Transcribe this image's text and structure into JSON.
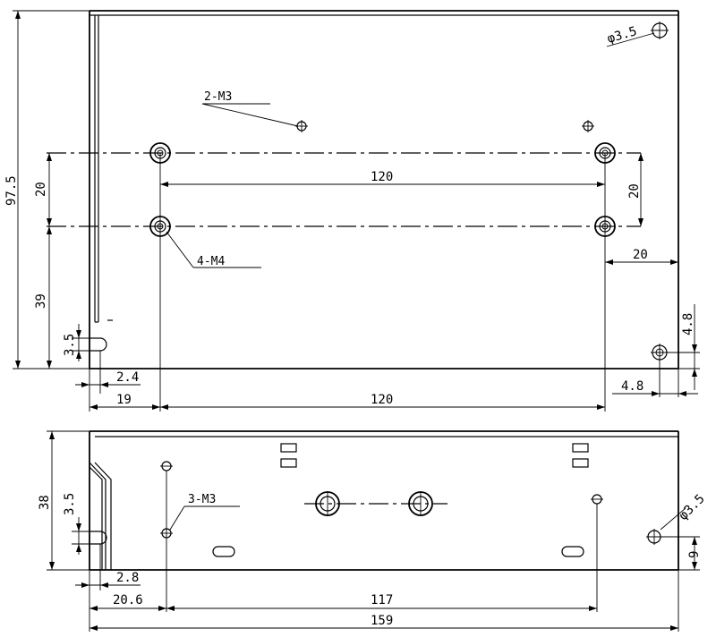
{
  "top_view": {
    "dims": {
      "height_total": "97.5",
      "left_upper": "20",
      "left_lower": "39",
      "right_pitch": "20",
      "hole_span": "120",
      "right_offset": "20",
      "right_vertical": "4.8",
      "slot_height": "3.5",
      "slot_offset": "2.4",
      "left_edge": "19",
      "bottom_span": "120",
      "right_bottom": "4.8"
    },
    "callouts": {
      "m3": "2-M3",
      "m4": "4-M4",
      "hole_dia": "φ3.5"
    }
  },
  "side_view": {
    "dims": {
      "height": "38",
      "slot_height": "3.5",
      "slot_offset": "2.8",
      "left_edge": "20.6",
      "hole_span": "117",
      "total_length": "159",
      "right_vertical": "9"
    },
    "callouts": {
      "m3": "3-M3",
      "hole_dia": "φ3.5"
    }
  }
}
